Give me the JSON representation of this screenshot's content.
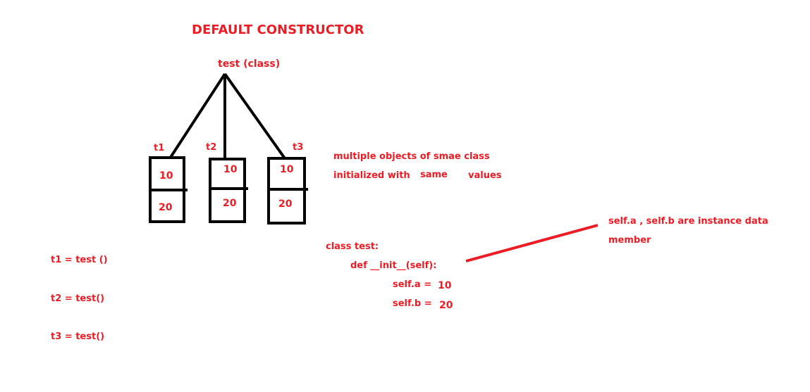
{
  "title": "DEFAULT CONSTRUCTOR",
  "class_label": "test (class)",
  "objects": [
    {
      "name": "t1",
      "a": "10",
      "b": "20"
    },
    {
      "name": "t2",
      "a": "10",
      "b": "20"
    },
    {
      "name": "t3",
      "a": "10",
      "b": "20"
    }
  ],
  "note": {
    "line1": "multiple objects of smae class",
    "line2_prefix": "initialized with",
    "line2_mid": "same",
    "line2_suffix": "values"
  },
  "assignments": [
    "t1 = test ()",
    "t2 = test()",
    "t3 = test()"
  ],
  "code": {
    "line1": "class test:",
    "line2": "def __init__(self):",
    "line3_lhs": "self.a =",
    "line3_val": "10",
    "line4_lhs": "self.b =",
    "line4_val": "20"
  },
  "annotation": {
    "line1": "self.a , self.b are instance data",
    "line2": "member"
  },
  "colors": {
    "ink": "#ed1c24",
    "stroke": "#000000"
  }
}
